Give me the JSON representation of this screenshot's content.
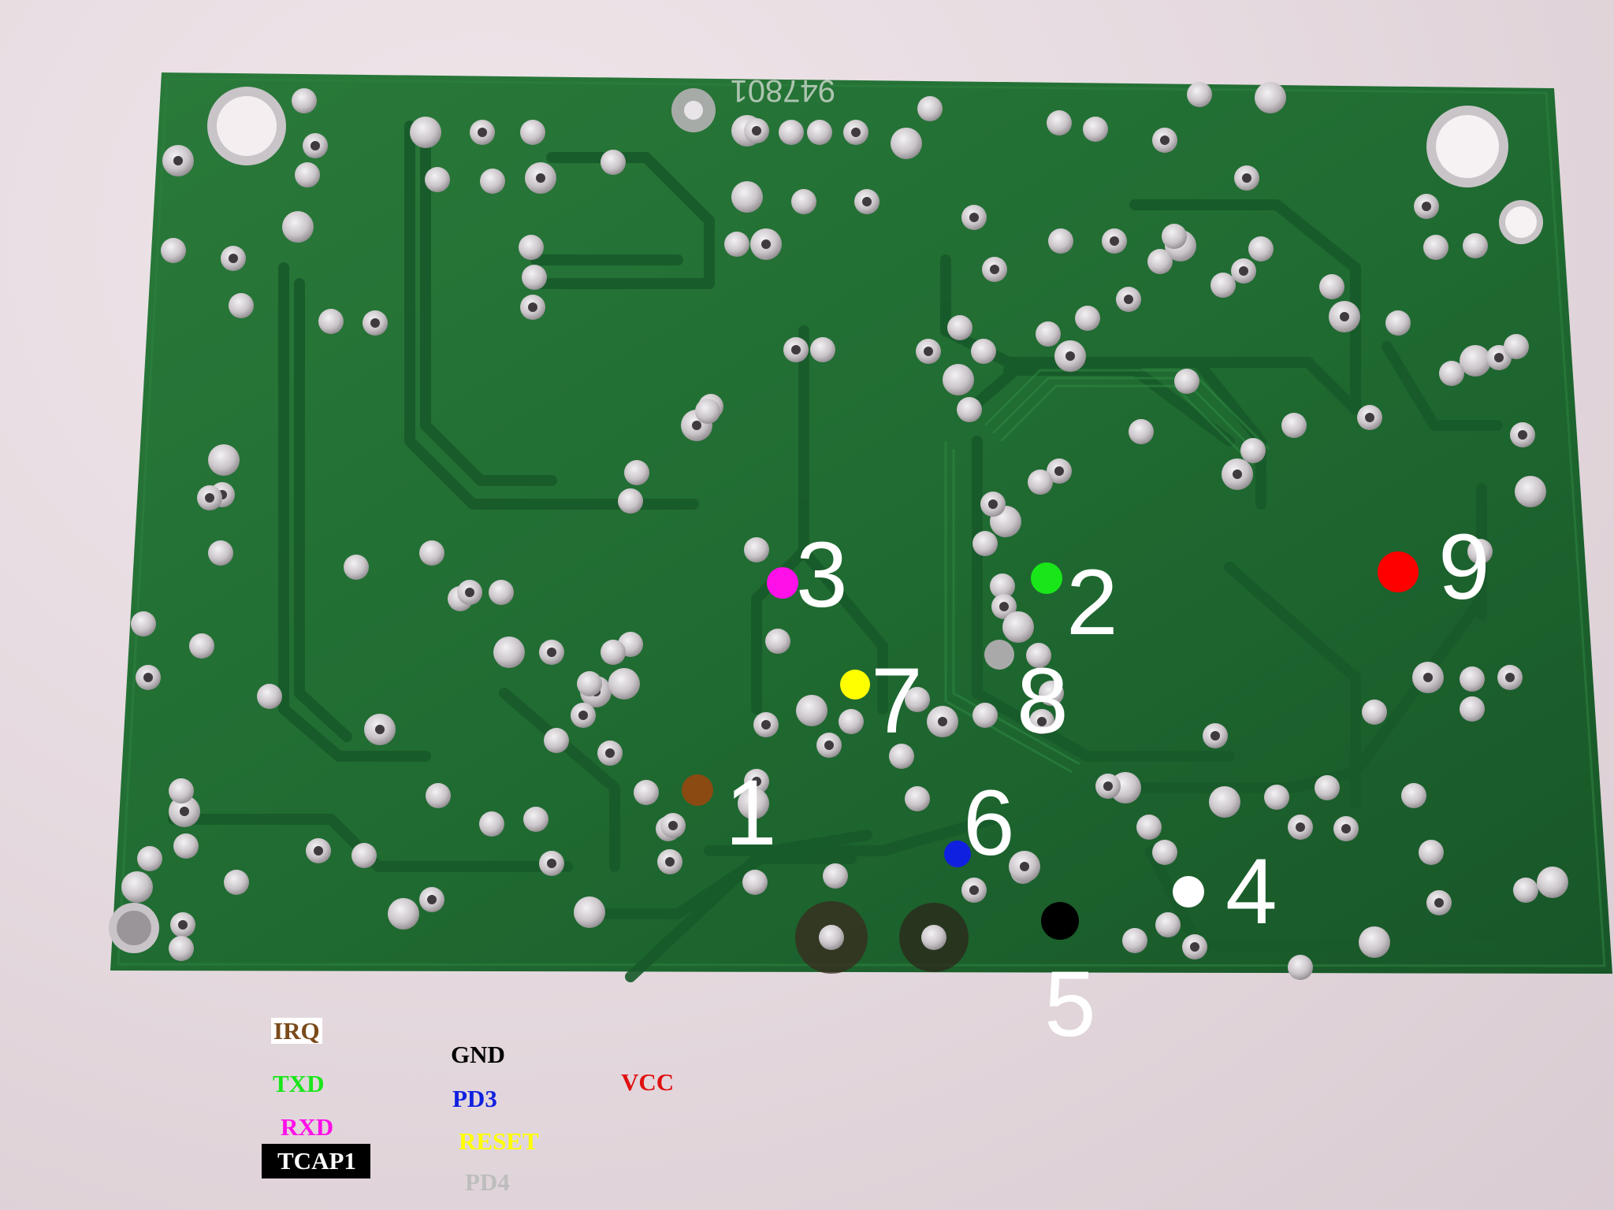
{
  "board": {
    "silkscreen_code": "947801",
    "colors": {
      "pcb": "#1f6a31",
      "trace": "#1c5a2b",
      "pad": "#c9c4c8",
      "drill": "#3e3a3d"
    }
  },
  "pins": [
    {
      "number": "1",
      "signal": "IRQ",
      "color": "#8a4a12"
    },
    {
      "number": "2",
      "signal": "TXD",
      "color": "#19e619"
    },
    {
      "number": "3",
      "signal": "RXD",
      "color": "#ff10e8"
    },
    {
      "number": "4",
      "signal": "TCAP1",
      "color": "#ffffff"
    },
    {
      "number": "5",
      "signal": "GND",
      "color": "#000000"
    },
    {
      "number": "6",
      "signal": "PD3",
      "color": "#1020e0"
    },
    {
      "number": "7",
      "signal": "RESET",
      "color": "#ffff00"
    },
    {
      "number": "8",
      "signal": "PD4",
      "color": "#a9a9a9"
    },
    {
      "number": "9",
      "signal": "VCC",
      "color": "#ff0000"
    }
  ],
  "legend": {
    "irq": {
      "text": "IRQ",
      "color": "#7a4a1a"
    },
    "txd": {
      "text": "TXD",
      "color": "#19e619"
    },
    "rxd": {
      "text": "RXD",
      "color": "#ff10e8"
    },
    "tcap1": {
      "text": "TCAP1",
      "color": "#ffffff"
    },
    "gnd": {
      "text": "GND",
      "color": "#000000"
    },
    "pd3": {
      "text": "PD3",
      "color": "#1020e0"
    },
    "reset": {
      "text": "RESET",
      "color": "#ffff00"
    },
    "pd4": {
      "text": "PD4",
      "color": "#bdbdbd"
    },
    "vcc": {
      "text": "VCC",
      "color": "#e01010"
    }
  }
}
